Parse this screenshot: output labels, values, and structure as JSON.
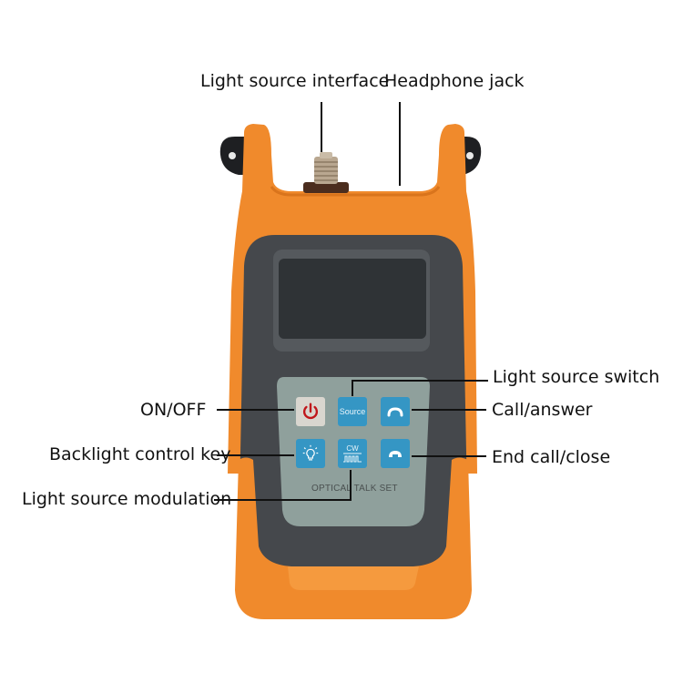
{
  "diagram": {
    "subject": "Optical talk set handheld device",
    "device_brand_text": "OPTICAL TALK SET",
    "colors": {
      "case_orange": "#f08a2c",
      "body_dark": "#45484c",
      "screen": "#2f3336",
      "keypad_panel": "#8fa09c",
      "button_blue": "#3596c4",
      "power_button_bg": "#d9d6cf",
      "power_icon_red": "#c0161b"
    },
    "callouts": {
      "light_source_interface": "Light source interface",
      "headphone_jack": "Headphone jack",
      "light_source_switch": "Light source switch",
      "on_off": "ON/OFF",
      "call_answer": "Call/answer",
      "backlight_control_key": "Backlight control key",
      "end_call_close": "End call/close",
      "light_source_modulation": "Light source modulation"
    },
    "buttons": {
      "power": {
        "icon": "power-icon"
      },
      "source": {
        "label": "Source"
      },
      "call": {
        "icon": "phone-pickup-icon"
      },
      "backlight": {
        "icon": "lightbulb-icon"
      },
      "cw": {
        "label": "CW",
        "icon": "square-wave-icon"
      },
      "end": {
        "icon": "phone-hangup-icon"
      }
    }
  }
}
